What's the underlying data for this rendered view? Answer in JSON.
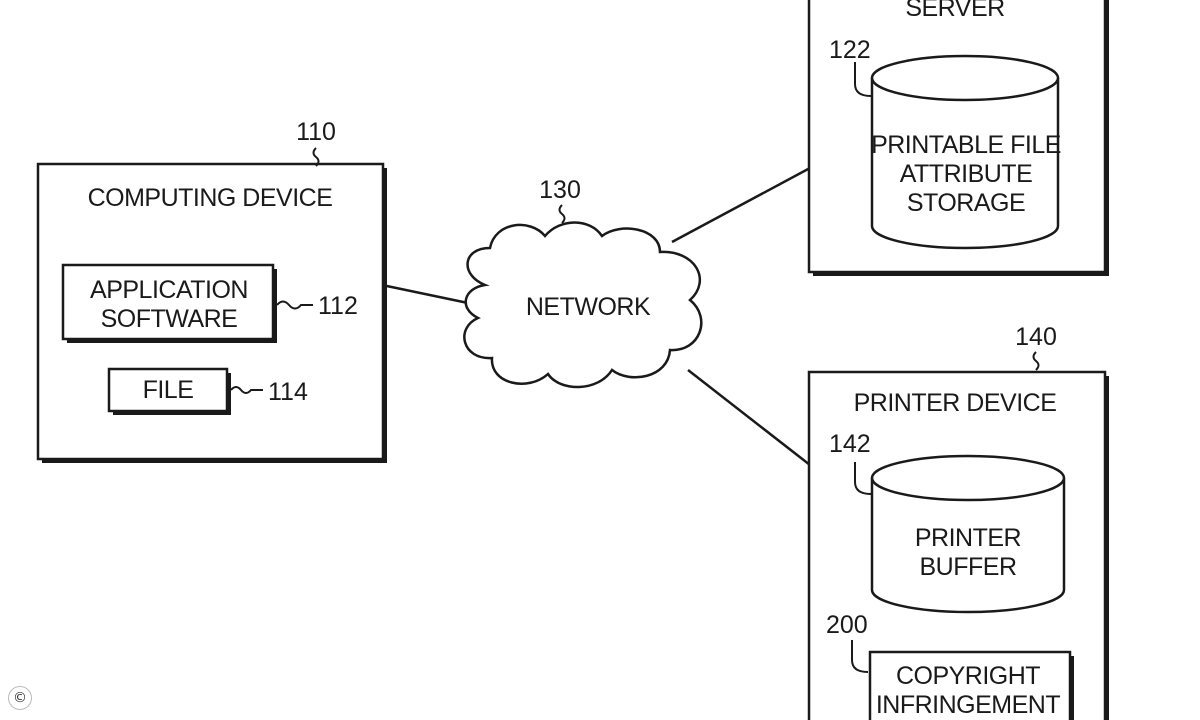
{
  "computing_device": {
    "ref": "110",
    "label": "COMPUTING DEVICE",
    "application_software": {
      "ref": "112",
      "line1": "APPLICATION",
      "line2": "SOFTWARE"
    },
    "file": {
      "ref": "114",
      "label": "FILE"
    }
  },
  "network": {
    "ref": "130",
    "label": "NETWORK"
  },
  "server": {
    "label": "SERVER",
    "storage": {
      "ref": "122",
      "line1": "PRINTABLE FILE",
      "line2": "ATTRIBUTE",
      "line3": "STORAGE"
    }
  },
  "printer_device": {
    "ref": "140",
    "label": "PRINTER DEVICE",
    "buffer": {
      "ref": "142",
      "line1": "PRINTER",
      "line2": "BUFFER"
    },
    "copyright": {
      "ref": "200",
      "line1": "COPYRIGHT",
      "line2": "INFRINGEMENT"
    }
  },
  "corner_mark": "©"
}
